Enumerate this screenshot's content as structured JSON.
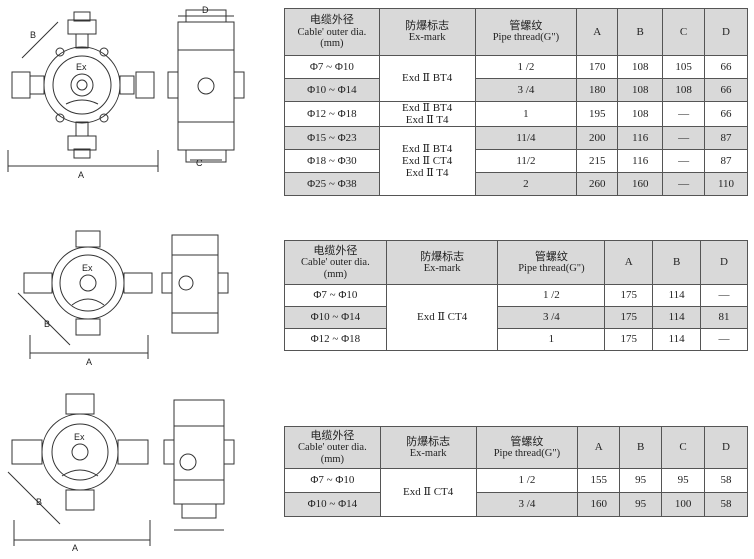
{
  "tables": [
    {
      "headers": {
        "cable_cn": "电缆外径",
        "cable_en": "Cable' outer dia.",
        "cable_unit": "(mm)",
        "exmark_cn": "防爆标志",
        "exmark_en": "Ex-mark",
        "pipe_cn": "管螺纹",
        "pipe_en": "Pipe thread(G\")",
        "a": "A",
        "b": "B",
        "c": "C",
        "d": "D"
      },
      "exmark_group1": "Exd Ⅱ BT4",
      "exmark_group2": "Exd Ⅱ BT4\nExd Ⅱ T4",
      "exmark_group3": "Exd Ⅱ BT4\nExd Ⅱ CT4\nExd Ⅱ T4",
      "rows": [
        {
          "cable": "Φ7 ~ Φ10",
          "pipe": "1 /2",
          "a": "170",
          "b": "108",
          "c": "105",
          "d": "66"
        },
        {
          "cable": "Φ10 ~ Φ14",
          "pipe": "3 /4",
          "a": "180",
          "b": "108",
          "c": "108",
          "d": "66"
        },
        {
          "cable": "Φ12 ~ Φ18",
          "pipe": "1",
          "a": "195",
          "b": "108",
          "c": "—",
          "d": "66"
        },
        {
          "cable": "Φ15 ~ Φ23",
          "pipe": "11/4",
          "a": "200",
          "b": "116",
          "c": "—",
          "d": "87"
        },
        {
          "cable": "Φ18 ~ Φ30",
          "pipe": "11/2",
          "a": "215",
          "b": "116",
          "c": "—",
          "d": "87"
        },
        {
          "cable": "Φ25 ~ Φ38",
          "pipe": "2",
          "a": "260",
          "b": "160",
          "c": "—",
          "d": "110"
        }
      ]
    },
    {
      "headers": {
        "cable_cn": "电缆外径",
        "cable_en": "Cable' outer dia.",
        "cable_unit": "(mm)",
        "exmark_cn": "防爆标志",
        "exmark_en": "Ex-mark",
        "pipe_cn": "管螺纹",
        "pipe_en": "Pipe thread(G\")",
        "a": "A",
        "b": "B",
        "d": "D"
      },
      "exmark": "Exd Ⅱ CT4",
      "rows": [
        {
          "cable": "Φ7 ~ Φ10",
          "pipe": "1 /2",
          "a": "175",
          "b": "114",
          "d": "—"
        },
        {
          "cable": "Φ10 ~ Φ14",
          "pipe": "3 /4",
          "a": "175",
          "b": "114",
          "d": "81"
        },
        {
          "cable": "Φ12 ~ Φ18",
          "pipe": "1",
          "a": "175",
          "b": "114",
          "d": "—"
        }
      ]
    },
    {
      "headers": {
        "cable_cn": "电缆外径",
        "cable_en": "Cable' outer dia.",
        "cable_unit": "(mm)",
        "exmark_cn": "防爆标志",
        "exmark_en": "Ex-mark",
        "pipe_cn": "管螺纹",
        "pipe_en": "Pipe thread(G\")",
        "a": "A",
        "b": "B",
        "c": "C",
        "d": "D"
      },
      "exmark": "Exd Ⅱ CT4",
      "rows": [
        {
          "cable": "Φ7 ~ Φ10",
          "pipe": "1 /2",
          "a": "155",
          "b": "95",
          "c": "95",
          "d": "58"
        },
        {
          "cable": "Φ10 ~ Φ14",
          "pipe": "3 /4",
          "a": "160",
          "b": "95",
          "c": "100",
          "d": "58"
        }
      ]
    }
  ],
  "drawings": {
    "label_a": "A",
    "label_b": "B",
    "label_c": "C",
    "label_d": "D",
    "label_ex": "Ex"
  }
}
